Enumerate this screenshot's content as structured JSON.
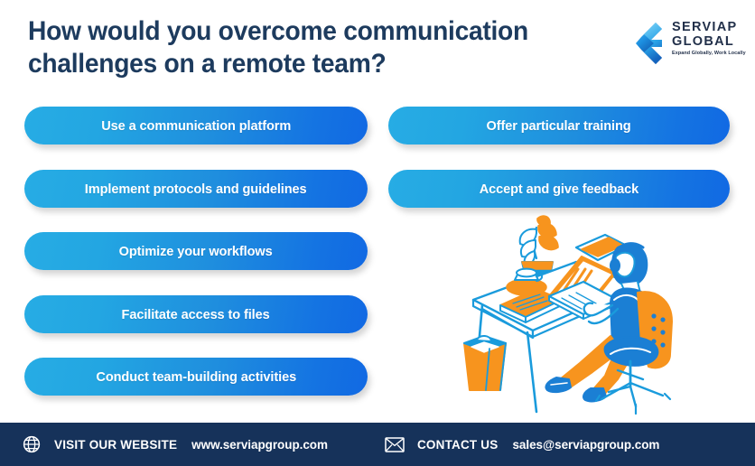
{
  "header": {
    "title": "How would you overcome communication challenges on a remote team?",
    "title_line1": "How would you overcome communication",
    "title_line2": "challenges on a remote team?",
    "title_color": "#1d3b5e"
  },
  "logo": {
    "name_line1": "SERVIAP",
    "name_line2": "GLOBAL",
    "tagline": "Expand Globally, Work Locally",
    "mark_icon": "serviap-chevron-logo-icon",
    "text_color": "#22304a",
    "mark_color_top": "#35bdf2",
    "mark_color_bottom": "#0b4fa8"
  },
  "answers": {
    "left_column": [
      {
        "label": "Use a communication platform"
      },
      {
        "label": "Implement protocols and guidelines"
      },
      {
        "label": "Optimize your workflows"
      },
      {
        "label": "Facilitate access to files"
      },
      {
        "label": "Conduct team-building activities"
      }
    ],
    "right_column": [
      {
        "label": "Offer particular training"
      },
      {
        "label": "Accept and give feedback"
      }
    ],
    "pill_gradient_start": "#27ace4",
    "pill_gradient_end": "#1169e3",
    "pill_text_color": "#ffffff"
  },
  "illustration": {
    "name": "remote-worker-at-desk-illustration",
    "description": "Isometric line illustration of a person seated on an office chair working on a laptop at a desk, with a potted plant, coffee cup, book and waste bin",
    "accent_orange": "#f7941e",
    "accent_blue": "#1a9bdc",
    "accent_blue_dark": "#1b7fd4"
  },
  "footer": {
    "background": "#16325a",
    "website": {
      "icon": "globe-icon",
      "label": "VISIT OUR WEBSITE",
      "value": "www.serviapgroup.com"
    },
    "contact": {
      "icon": "envelope-icon",
      "label": "CONTACT US",
      "value": "sales@serviapgroup.com"
    }
  }
}
